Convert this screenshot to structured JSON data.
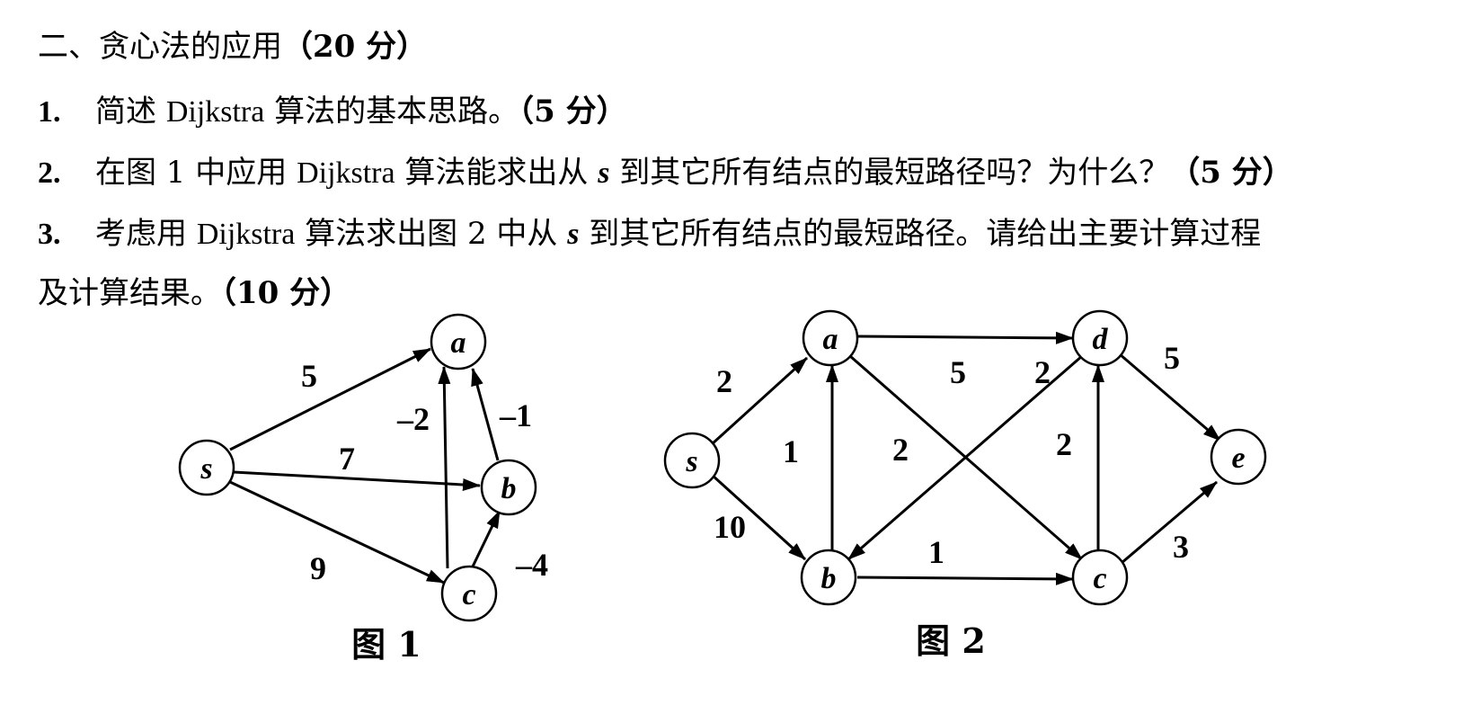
{
  "heading": {
    "text": "二、贪心法的应用",
    "points": "（20 分）"
  },
  "questions": [
    {
      "num": "1.",
      "t1": "简述 ",
      "t2": "Dijkstra",
      "t3": " 算法的基本思路。",
      "points": "（5 分）"
    },
    {
      "num": "2.",
      "t1": "在图 1 中应用 ",
      "t2": "Dijkstra",
      "t3": " 算法能求出从 ",
      "var": "s",
      "t4": " 到其它所有结点的最短路径吗？为什么？",
      "points": "（5 分）"
    },
    {
      "num": "3.",
      "t1": "考虑用 ",
      "t2": "Dijkstra",
      "t3": " 算法求出图 2 中从 ",
      "var": "s",
      "t4": " 到其它所有结点的最短路径。请给出主要计算过程",
      "cont": "及计算结果。",
      "points": "（10 分）"
    }
  ],
  "graph1": {
    "caption": "图 1",
    "nodes": [
      "s",
      "a",
      "b",
      "c"
    ],
    "edges": [
      {
        "from": "s",
        "to": "a",
        "weight": "5"
      },
      {
        "from": "s",
        "to": "b",
        "weight": "7"
      },
      {
        "from": "s",
        "to": "c",
        "weight": "9"
      },
      {
        "from": "c",
        "to": "a",
        "weight": "–2"
      },
      {
        "from": "b",
        "to": "a",
        "weight": "–1"
      },
      {
        "from": "c",
        "to": "b",
        "weight": "–4"
      }
    ]
  },
  "graph2": {
    "caption": "图 2",
    "nodes": [
      "s",
      "a",
      "b",
      "c",
      "d",
      "e"
    ],
    "edges": [
      {
        "from": "s",
        "to": "a",
        "weight": "2"
      },
      {
        "from": "s",
        "to": "b",
        "weight": "10"
      },
      {
        "from": "b",
        "to": "a",
        "weight": "1"
      },
      {
        "from": "a",
        "to": "d",
        "weight": "5"
      },
      {
        "from": "a",
        "to": "c",
        "weight": "2"
      },
      {
        "from": "d",
        "to": "b",
        "weight": "2"
      },
      {
        "from": "b",
        "to": "c",
        "weight": "1"
      },
      {
        "from": "c",
        "to": "d",
        "weight": "2"
      },
      {
        "from": "d",
        "to": "e",
        "weight": "5"
      },
      {
        "from": "c",
        "to": "e",
        "weight": "3"
      }
    ]
  }
}
